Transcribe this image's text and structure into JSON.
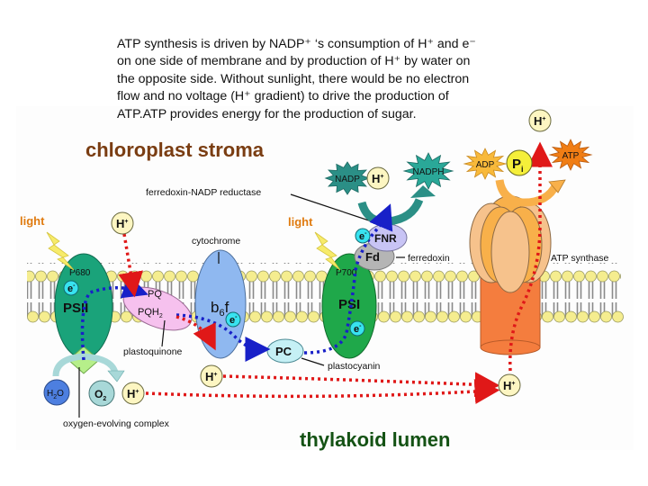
{
  "caption": {
    "lines": [
      "ATP synthesis is driven by NADP⁺ ‘s consumption of H⁺ and e⁻",
      "on one side of membrane and by production of H⁺ by water on",
      "the opposite side. Without sunlight, there would be no electron",
      "flow and no voltage (H⁺ gradient) to drive the production of",
      "ATP.ATP provides energy for the production of sugar."
    ]
  },
  "regions": {
    "stroma": "chloroplast stroma",
    "lumen": "thylakoid lumen"
  },
  "labels": {
    "light_left": "light",
    "light_right": "light",
    "p680": "P680",
    "psii": "PSII",
    "p700": "P700",
    "psi": "PSI",
    "pq": "PQ",
    "pqh2": "PQH",
    "pqh2_sub": "2",
    "plastoquinone": "plastoquinone",
    "cytochrome": "cytochrome",
    "b6f_b": "b",
    "b6f_sub": "6",
    "b6f_f": "f",
    "pc": "PC",
    "plastocyanin": "plastocyanin",
    "fd": "Fd",
    "ferredoxin": "ferredoxin",
    "fnr": "FNR",
    "fnr_full": "ferredoxin-NADP reductase",
    "nadp": "NADP",
    "nadph": "NADPH",
    "adp": "ADP",
    "atp": "ATP",
    "pi": "P",
    "pi_sub": "i",
    "atp_synthase": "ATP synthase",
    "h2o": "H",
    "h2o_sub": "2",
    "h2o_o": "O",
    "o2": "O",
    "o2_sub": "2",
    "oec": "oxygen-evolving complex",
    "h_plus": "H",
    "plus": "+",
    "e_minus": "e",
    "minus": "-"
  },
  "colors": {
    "stroma_text": "#7a3d12",
    "lumen_text": "#145214",
    "light_text": "#e07b10",
    "psii_fill": "#1aa37a",
    "psi_fill": "#1fa84a",
    "pq_fill": "#f6c1ee",
    "b6f_fill": "#8fb8f0",
    "pc_fill": "#c5f0f5",
    "fd_fill": "#b5b5b5",
    "fnr_fill": "#c8c4f5",
    "nadp_fill": "#2b8f86",
    "atp_fill": "#f07d14",
    "adp_fill": "#f8b93a",
    "atp_synthase_head": "#f8b04a",
    "atp_synthase_stalk": "#f47d3e",
    "h_ion_fill": "#fdf6c2",
    "electron_fill": "#38e3f0",
    "electron_path": "#1820c8",
    "proton_path": "#e01818",
    "lipid_head": "#f5ed8f"
  }
}
